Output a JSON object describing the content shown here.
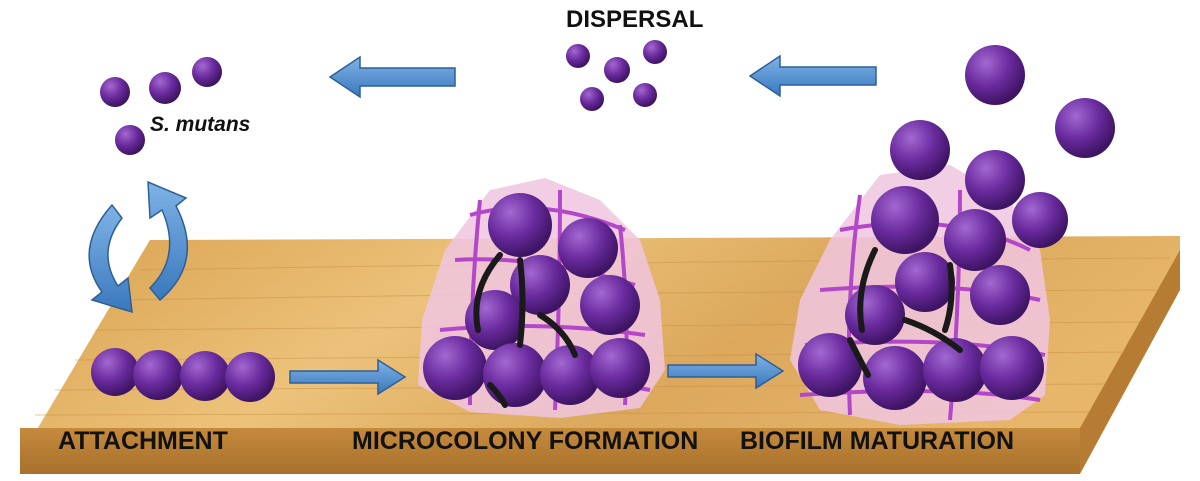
{
  "title": "",
  "organism_label": "S. mutans",
  "stages": {
    "attachment": "ATTACHMENT",
    "microcolony": "MICROCOLONY FORMATION",
    "maturation": "BIOFILM MATURATION",
    "dispersal": "DISPERSAL"
  },
  "colors": {
    "bacteria": "#6a2b9e",
    "bacteria_highlight": "#9b5fc9",
    "matrix": "#e9b9d9",
    "strands": "#b347c9",
    "arrow_fill": "#4f8fd1",
    "surface": "#e0b063",
    "surface_front": "#c9913f"
  },
  "icons": [
    "cycle-arrows-icon",
    "right-arrow-icon",
    "left-arrow-icon"
  ]
}
